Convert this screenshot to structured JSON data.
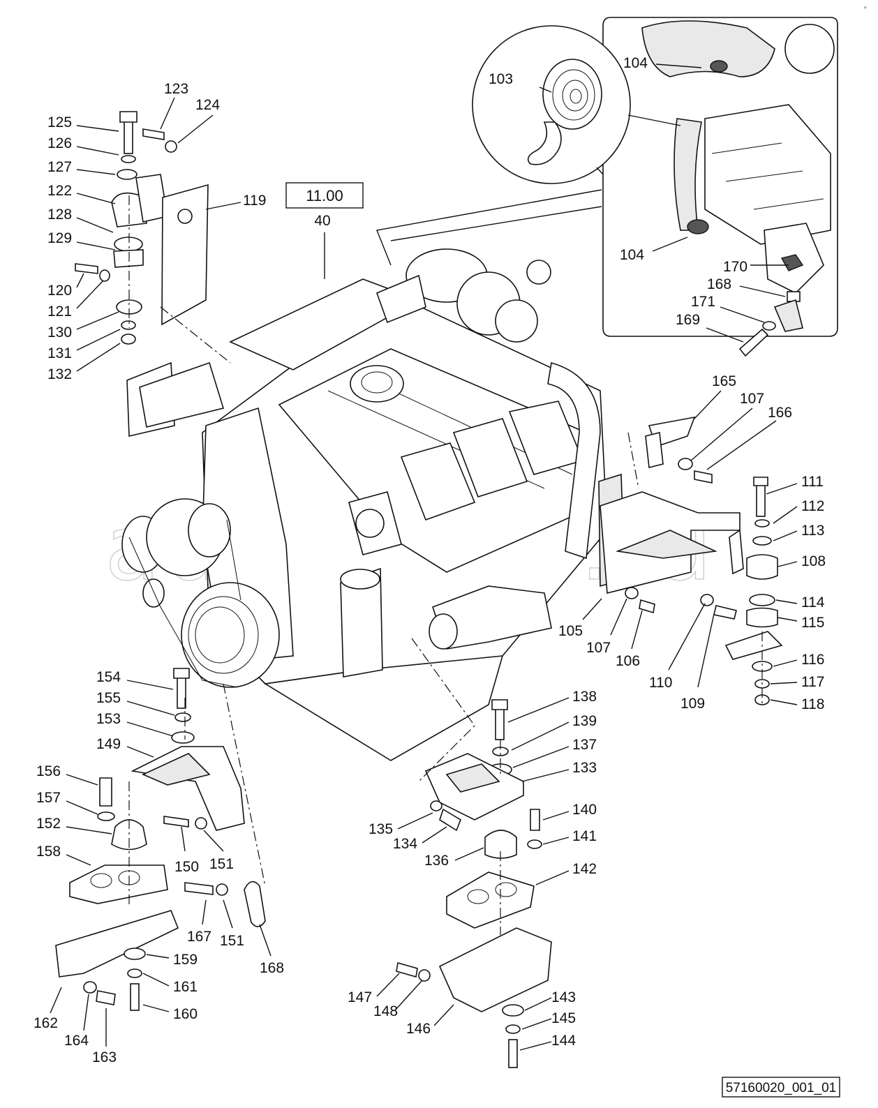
{
  "ref_box": {
    "section": "11.00",
    "item": "40"
  },
  "drawing_code": "57160020_001_01",
  "watermark": "autoparts.ru",
  "corner_mark": "▫",
  "part_labels": [
    "103",
    "104",
    "104",
    "170",
    "168",
    "171",
    "169",
    "123",
    "124",
    "125",
    "126",
    "127",
    "122",
    "119",
    "128",
    "129",
    "120",
    "121",
    "130",
    "131",
    "132",
    "165",
    "107",
    "166",
    "111",
    "112",
    "113",
    "108",
    "114",
    "115",
    "116",
    "117",
    "118",
    "105",
    "107",
    "106",
    "110",
    "109",
    "154",
    "155",
    "153",
    "149",
    "156",
    "157",
    "152",
    "158",
    "150",
    "151",
    "167",
    "151",
    "168",
    "159",
    "161",
    "160",
    "162",
    "164",
    "163",
    "138",
    "139",
    "137",
    "133",
    "135",
    "134",
    "140",
    "141",
    "136",
    "142",
    "147",
    "148",
    "146",
    "143",
    "145",
    "144"
  ]
}
